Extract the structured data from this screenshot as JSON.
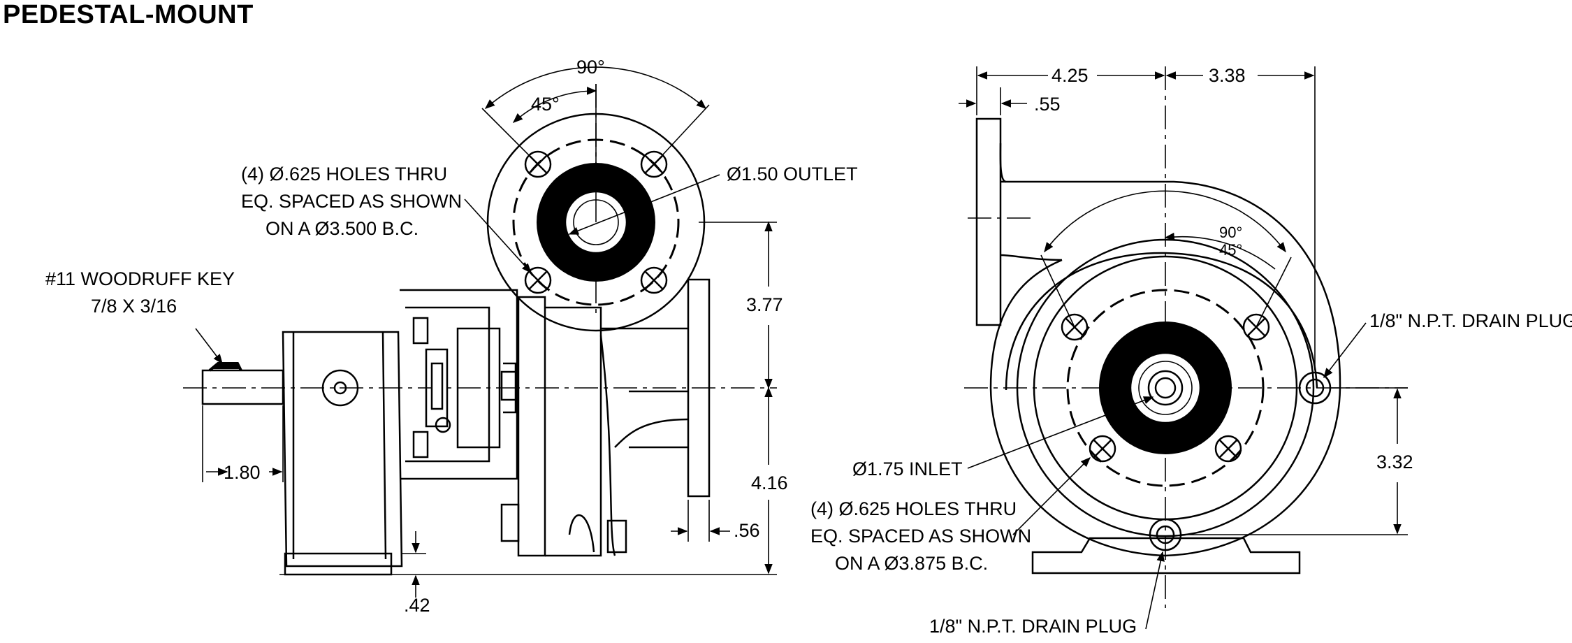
{
  "title": "PEDESTAL-MOUNT",
  "side_view": {
    "angle_outer": "90°",
    "angle_inner": "45°",
    "flange_holes": [
      "(4) Ø.625 HOLES THRU",
      "EQ. SPACED AS SHOWN",
      "ON A Ø3.500 B.C."
    ],
    "outlet": "Ø1.50 OUTLET",
    "key": [
      "#11 WOODRUFF KEY",
      "7/8 X 3/16"
    ],
    "dim_shaft": "1.80",
    "dim_outlet_height": "3.77",
    "dim_shaft_height": "4.16",
    "dim_flange": ".56",
    "dim_base": ".42"
  },
  "front_view": {
    "dim_left": "4.25",
    "dim_right": "3.38",
    "dim_flange_thk": ".55",
    "angle_outer": "90°",
    "angle_inner": "45°",
    "drain_plug_side": "1/8\" N.P.T. DRAIN PLUG",
    "dim_drain_height": "3.32",
    "inlet": "Ø1.75 INLET",
    "inlet_holes": [
      "(4) Ø.625 HOLES THRU",
      "EQ. SPACED AS SHOWN",
      "ON A Ø3.875 B.C."
    ],
    "drain_plug_bottom": "1/8\" N.P.T. DRAIN PLUG"
  }
}
